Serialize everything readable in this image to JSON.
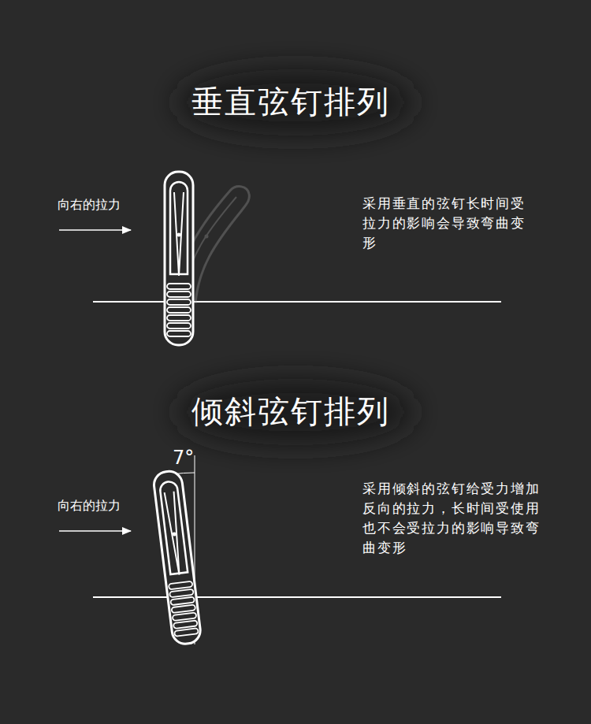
{
  "diagram": {
    "labels": [
      "垂直弦钉排列",
      "向右的拉力",
      "采用垂直的弦钉长时间受拉力的影响会导致弯曲变形",
      "倾斜弦钉排列",
      "7°",
      "向右的拉力",
      "采用倾斜的弦钉给受力增加反向的拉力，长时间受使用也不会受拉力的影响导致弯曲变形"
    ]
  }
}
